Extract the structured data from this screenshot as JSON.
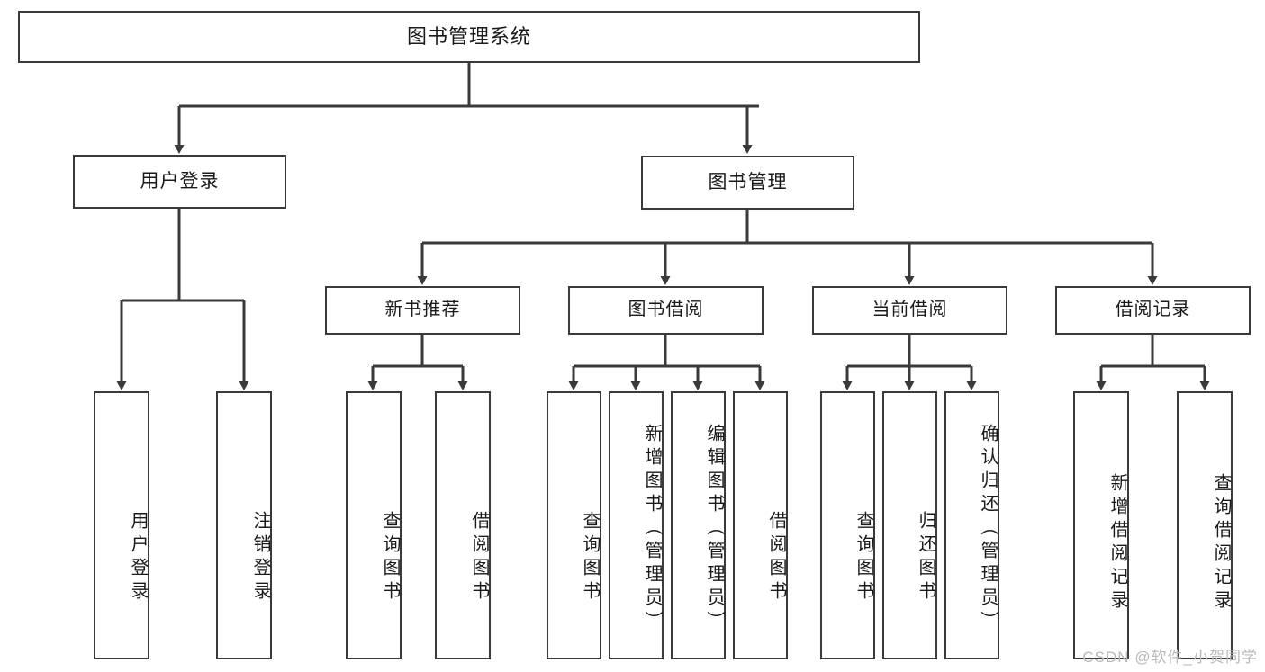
{
  "diagram": {
    "title": "图书管理系统",
    "type": "tree",
    "orientation": "top-down",
    "line_color": "#3a3a3a",
    "box_fill": "#ffffff",
    "background": "#ffffff",
    "root": {
      "label": "图书管理系统",
      "children": [
        {
          "label": "用户登录",
          "children": [
            {
              "label": "用户登录"
            },
            {
              "label": "注销登录"
            }
          ]
        },
        {
          "label": "图书管理",
          "children": [
            {
              "label": "新书推荐",
              "children": [
                {
                  "label": "查询图书"
                },
                {
                  "label": "借阅图书"
                }
              ]
            },
            {
              "label": "图书借阅",
              "children": [
                {
                  "label": "查询图书"
                },
                {
                  "label": "新增图书（管理员）"
                },
                {
                  "label": "编辑图书（管理员）"
                },
                {
                  "label": "借阅图书"
                }
              ]
            },
            {
              "label": "当前借阅",
              "children": [
                {
                  "label": "查询图书"
                },
                {
                  "label": "归还图书"
                },
                {
                  "label": "确认归还（管理员）"
                }
              ]
            },
            {
              "label": "借阅记录",
              "children": [
                {
                  "label": "新增借阅记录"
                },
                {
                  "label": "查询借阅记录"
                }
              ]
            }
          ]
        }
      ]
    }
  },
  "nodes": {
    "root": "图书管理系统",
    "user_login": "用户登录",
    "book_manage": "图书管理",
    "new_book_rec": "新书推荐",
    "book_borrow": "图书借阅",
    "current_borrow": "当前借阅",
    "borrow_record": "借阅记录",
    "leaf_user_login": "用户登录",
    "leaf_user_logout": "注销登录",
    "leaf_rec_query": "查询图书",
    "leaf_rec_borrow": "借阅图书",
    "leaf_borrow_query": "查询图书",
    "leaf_borrow_add": "新增图书（管理员）",
    "leaf_borrow_edit": "编辑图书（管理员）",
    "leaf_borrow_do": "借阅图书",
    "leaf_cur_query": "查询图书",
    "leaf_cur_return": "归还图书",
    "leaf_cur_confirm": "确认归还（管理员）",
    "leaf_rec_add": "新增借阅记录",
    "leaf_rec_search": "查询借阅记录"
  },
  "watermark": {
    "text": "CSDN @软件_小贺同学"
  }
}
